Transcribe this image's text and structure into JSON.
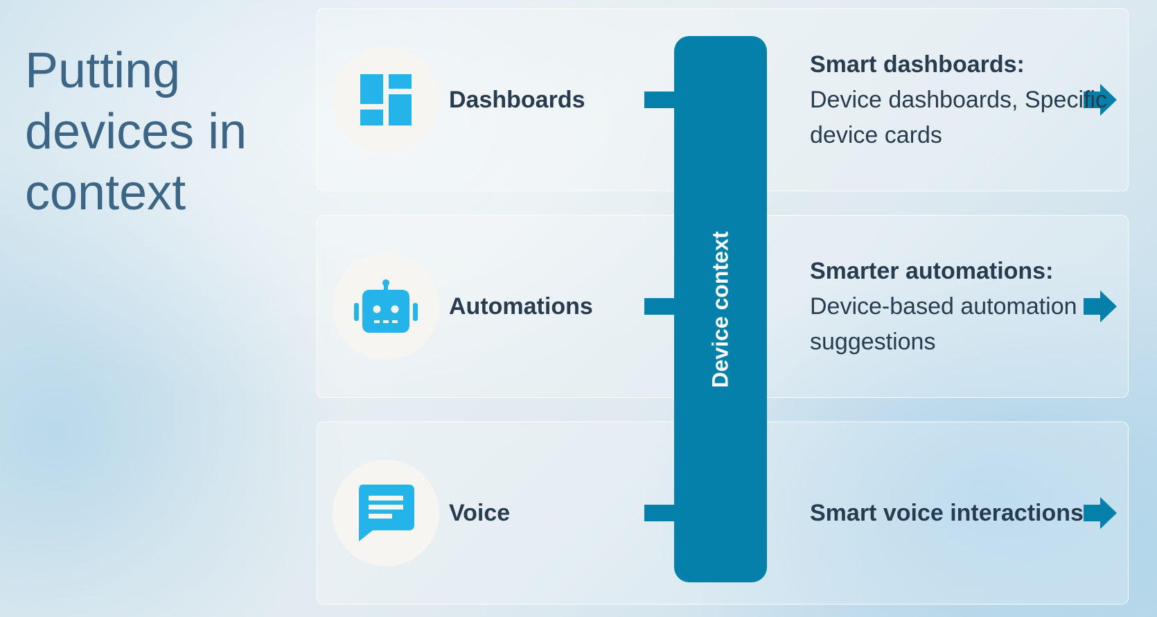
{
  "title": "Putting devices in context",
  "central_bar": {
    "label": "Device context",
    "color": "#0580ab"
  },
  "colors": {
    "icon_accent": "#24b4ea",
    "title": "#3d6585",
    "text": "#283c4f"
  },
  "rows": [
    {
      "label": "Dashboards",
      "icon": "dashboard-icon",
      "desc_title": "Smart dashboards:",
      "desc_body": "Device dashboards, Specific device cards"
    },
    {
      "label": "Automations",
      "icon": "robot-icon",
      "desc_title": "Smarter automations:",
      "desc_body": "Device-based automation suggestions"
    },
    {
      "label": "Voice",
      "icon": "chat-icon",
      "desc_title": "Smart voice interactions",
      "desc_body": ""
    }
  ]
}
